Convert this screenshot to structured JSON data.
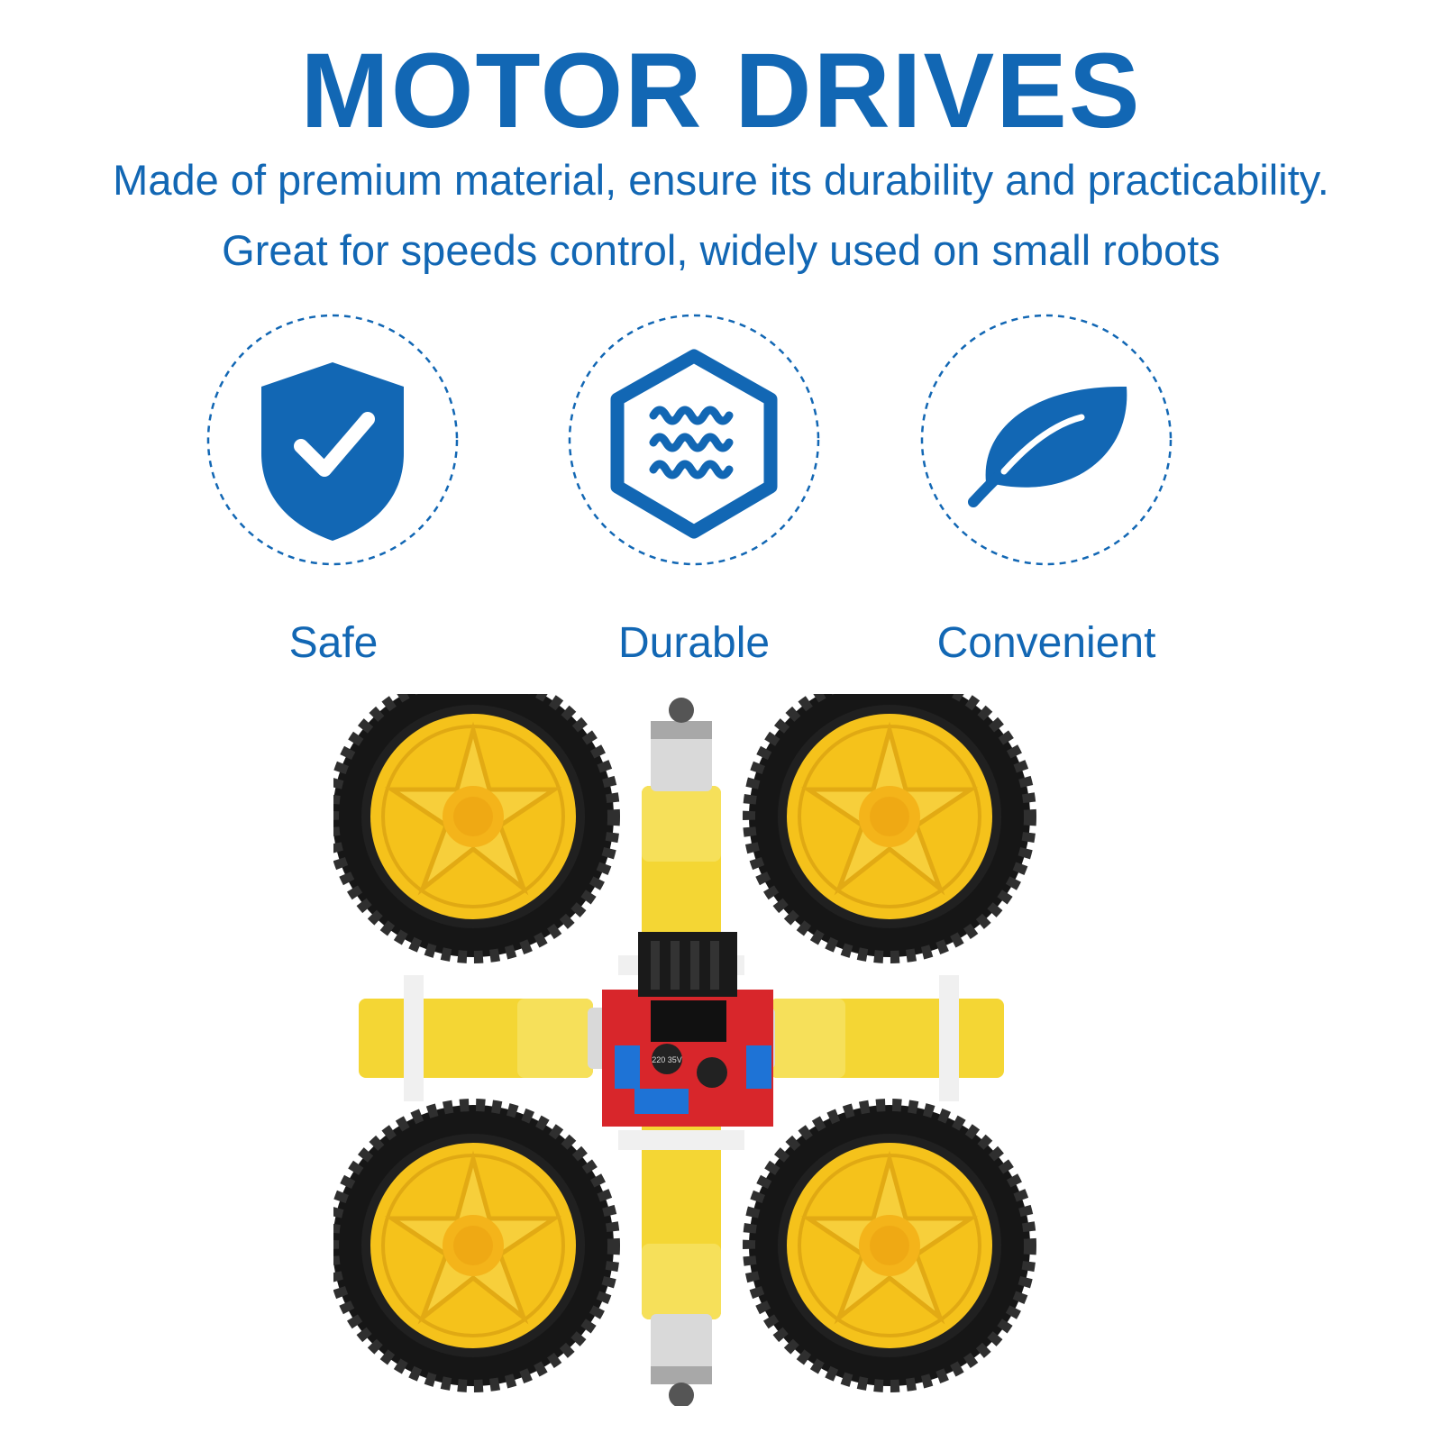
{
  "colors": {
    "accent": "#1267b4",
    "tire": "#1c1c1c",
    "hub": "#f5c21b",
    "hub_dark": "#e0a913",
    "motor": "#f4d634",
    "board": "#d8262b",
    "terminal": "#1e73d6"
  },
  "header": {
    "title": "MOTOR DRIVES",
    "line1": "Made of premium material, ensure its durability and practicability.",
    "line2": "Great for speeds control, widely used on small robots"
  },
  "features": [
    {
      "label": "Safe",
      "icon": "shield-check-icon"
    },
    {
      "label": "Durable",
      "icon": "shield-waves-icon"
    },
    {
      "label": "Convenient",
      "icon": "leaf-icon"
    }
  ],
  "product": {
    "wheels": 4,
    "motors": 4,
    "driver_board": 1,
    "capacitor_text": "220 35V"
  }
}
